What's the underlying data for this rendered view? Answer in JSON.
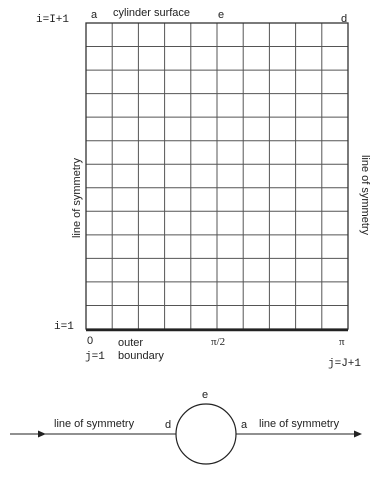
{
  "grid": {
    "columns": 10,
    "rows": 13,
    "top_row_label": "i=I+1",
    "bottom_row_label": "i=1",
    "left_column_label": "j=1",
    "right_column_label": "j=J+1",
    "corner_top_left": "a",
    "corner_top_right": "d",
    "top_mid_label": "e",
    "top_edge_label": "cylinder surface",
    "bottom_edge_label_line1": "outer",
    "bottom_edge_label_line2": "boundary",
    "left_edge_label": "line of symmetry",
    "right_edge_label": "line of symmetry",
    "tick_start": "0",
    "tick_mid": "π/2",
    "tick_end": "π"
  },
  "physical": {
    "top_point": "e",
    "left_point": "d",
    "right_point": "a",
    "left_line_label": "line of symmetry",
    "right_line_label": "line of symmetry"
  },
  "colors": {
    "line": "#333333",
    "text": "#222222"
  }
}
